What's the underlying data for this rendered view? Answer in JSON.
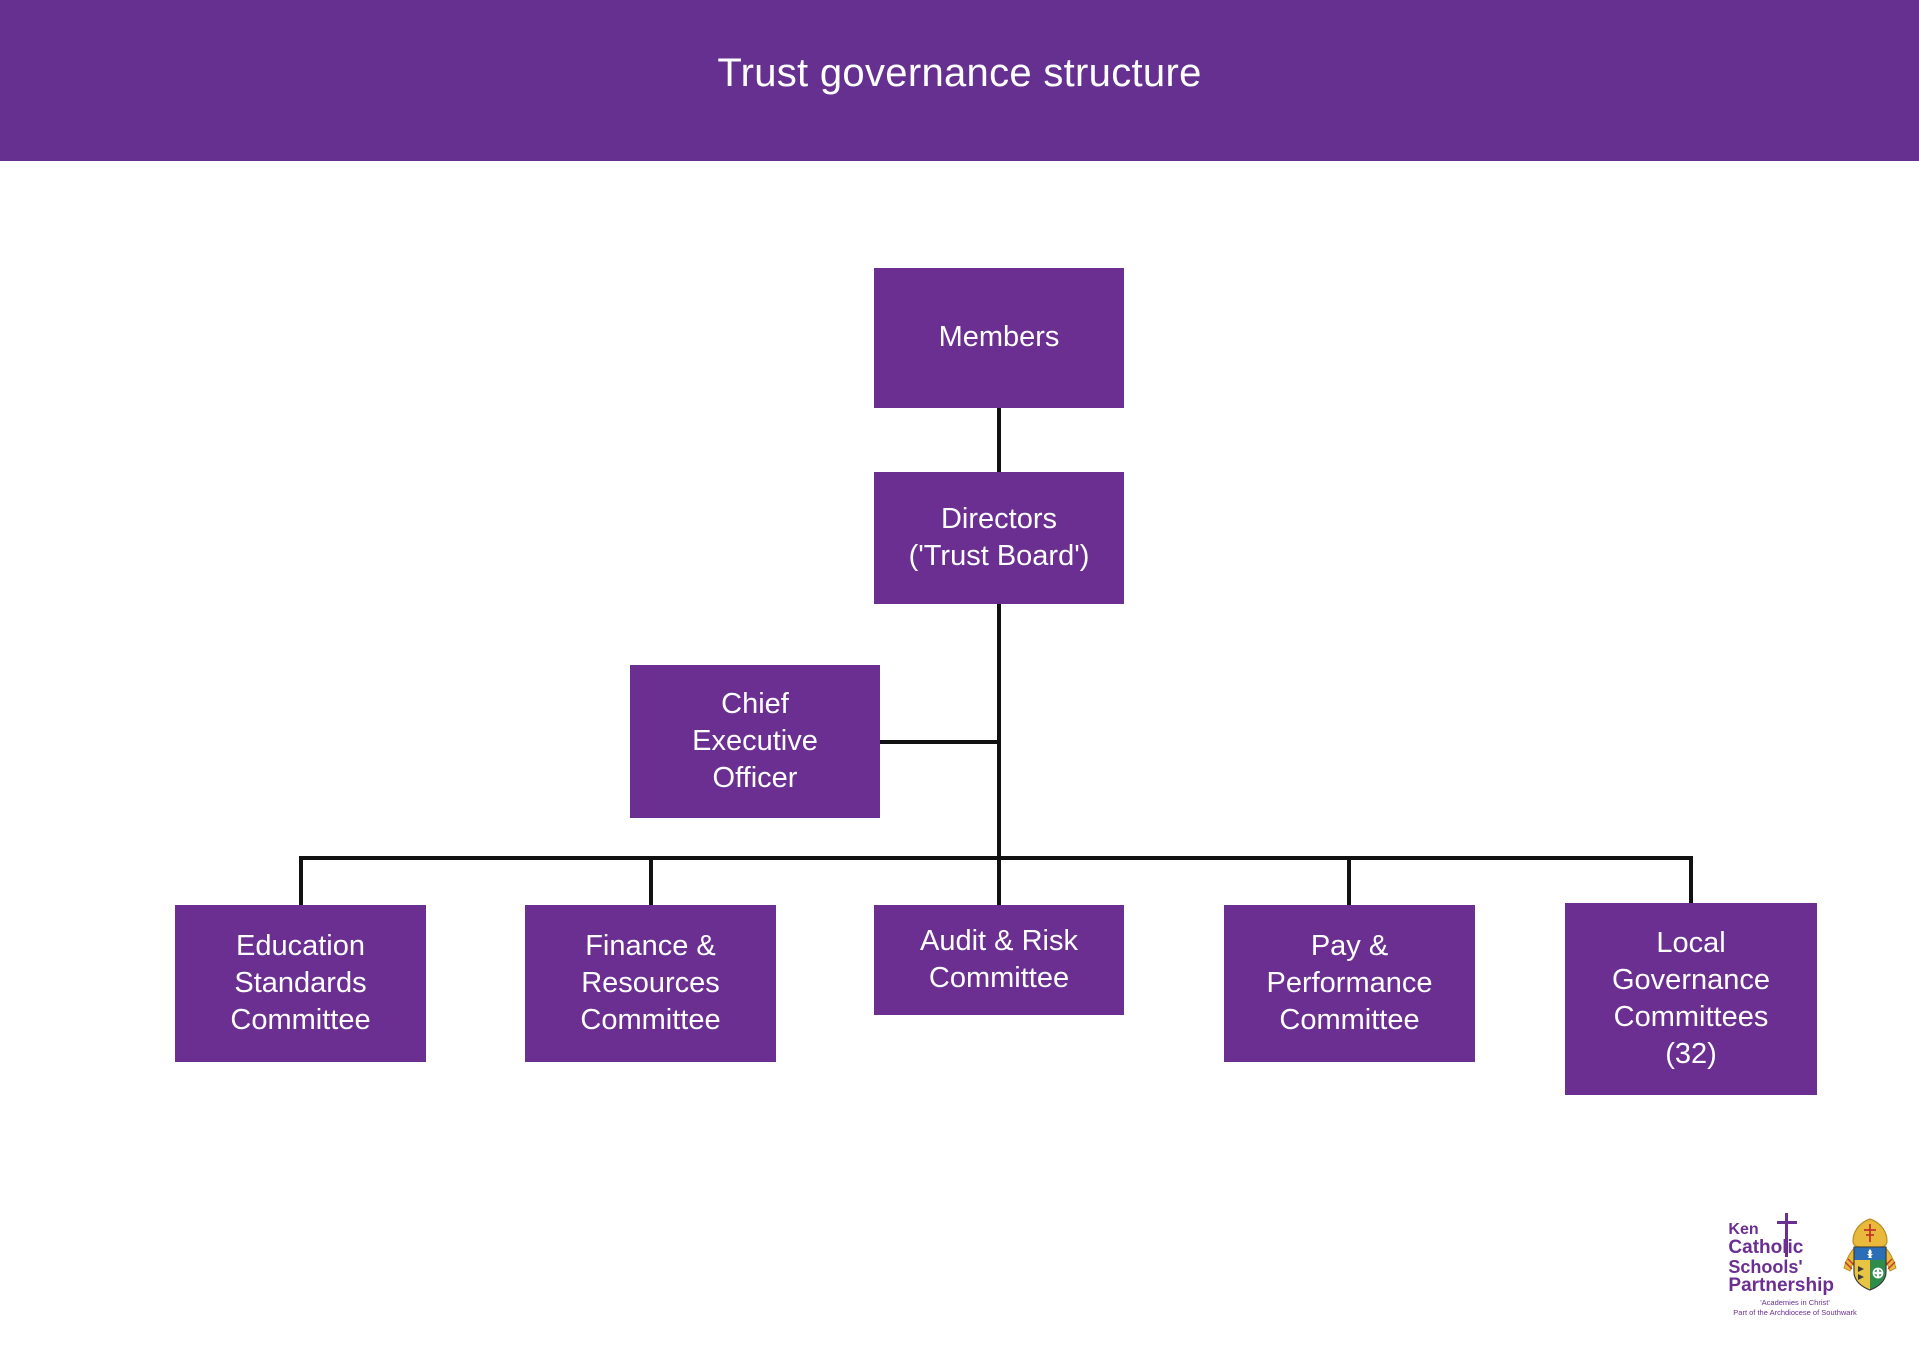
{
  "header": {
    "title": "Trust governance structure",
    "background_color": "#663090",
    "text_color": "#ffffff"
  },
  "theme": {
    "node_fill": "#6B2F92",
    "node_text": "#ffffff",
    "connector_color": "#111111",
    "page_background": "#ffffff"
  },
  "chart_data": {
    "type": "diagram",
    "diagram_kind": "organisational-hierarchy",
    "title": "Trust governance structure",
    "nodes": [
      {
        "id": "members",
        "label": "Members",
        "level": 0
      },
      {
        "id": "directors",
        "label": "Directors\n('Trust Board')",
        "level": 1
      },
      {
        "id": "ceo",
        "label": "Chief\nExecutive\nOfficer",
        "level": 2
      },
      {
        "id": "education",
        "label": "Education\nStandards\nCommittee",
        "level": 3
      },
      {
        "id": "finance",
        "label": "Finance &\nResources\nCommittee",
        "level": 3
      },
      {
        "id": "audit",
        "label": "Audit & Risk\nCommittee",
        "level": 3
      },
      {
        "id": "pay",
        "label": "Pay &\nPerformance\nCommittee",
        "level": 3
      },
      {
        "id": "local",
        "label": "Local\nGovernance\nCommittees\n(32)",
        "level": 3,
        "count": 32
      }
    ],
    "edges": [
      {
        "from": "members",
        "to": "directors"
      },
      {
        "from": "directors",
        "to": "ceo"
      },
      {
        "from": "directors",
        "to": "education"
      },
      {
        "from": "directors",
        "to": "finance"
      },
      {
        "from": "directors",
        "to": "audit"
      },
      {
        "from": "directors",
        "to": "pay"
      },
      {
        "from": "directors",
        "to": "local"
      }
    ]
  },
  "logo": {
    "line1": "Ken",
    "line2": "Catholic",
    "line3": "Schools'",
    "line4": "Partnership",
    "tagline1": "'Academies in Christ'",
    "tagline2": "Part of the Archdiocese of Southwark",
    "brand_color": "#6B2F92"
  }
}
